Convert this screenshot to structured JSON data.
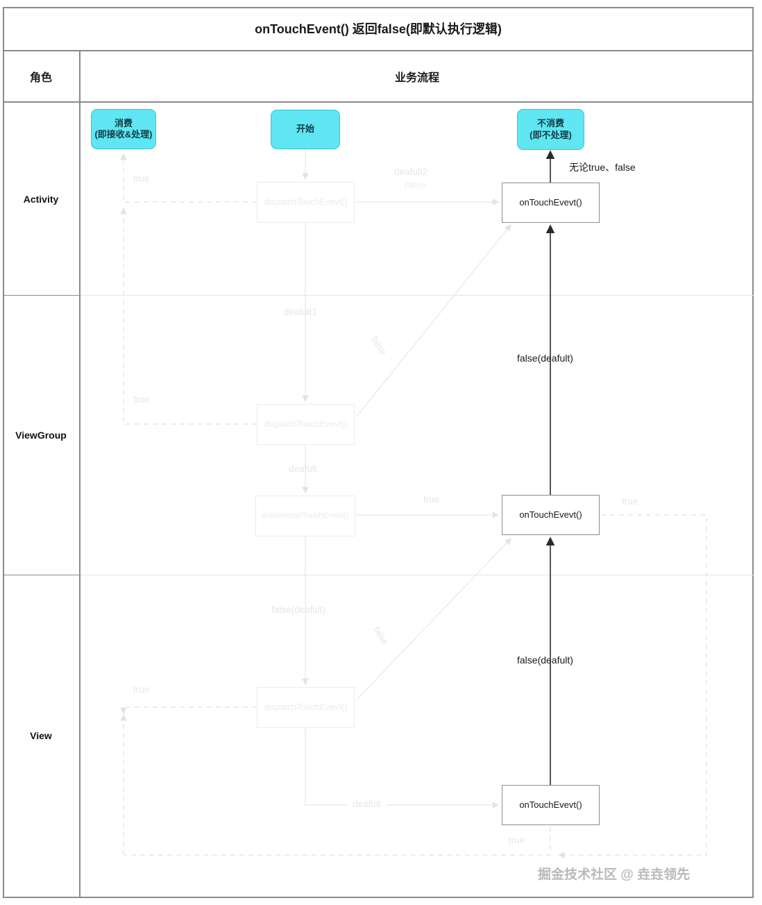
{
  "diagram": {
    "title": "onTouchEvent() 返回false(即默认执行逻辑)",
    "header": {
      "role": "角色",
      "flow": "业务流程"
    },
    "watermark": "掘金技术社区 @ 垚垚领先",
    "colors": {
      "terminal_fill": "#5FE6F2",
      "terminal_border": "#3bc4d3",
      "faint_text": "#ebebeb",
      "dark_text": "#1a1a1a",
      "table_border": "#8a8a8a"
    },
    "lanes": [
      {
        "id": "activity",
        "label": "Activity"
      },
      {
        "id": "viewgroup",
        "label": "ViewGroup"
      },
      {
        "id": "view",
        "label": "View"
      }
    ],
    "nodes": [
      {
        "id": "consume",
        "label": "消费\n(即接收&处理)",
        "line1": "消费",
        "line2": "(即接收&处理)",
        "type": "terminal",
        "lane": "activity"
      },
      {
        "id": "start",
        "label": "开始",
        "line1": "开始",
        "line2": "",
        "type": "terminal",
        "lane": "activity"
      },
      {
        "id": "noconsume",
        "label": "不消费\n(即不处理)",
        "line1": "不消费",
        "line2": "(即不处理)",
        "type": "terminal",
        "lane": "activity"
      },
      {
        "id": "act_dispatch",
        "label": "dispatchTouchEvevt()",
        "type": "process-faint",
        "lane": "activity"
      },
      {
        "id": "act_ontouch",
        "label": "onTouchEvevt()",
        "type": "process-dark",
        "lane": "activity"
      },
      {
        "id": "vg_dispatch",
        "label": "dispatchTouchEvevt()",
        "type": "process-faint",
        "lane": "viewgroup"
      },
      {
        "id": "vg_intercept",
        "label": "onInterceptTouchEvent()",
        "type": "process-faint",
        "lane": "viewgroup"
      },
      {
        "id": "vg_ontouch",
        "label": "onTouchEvevt()",
        "type": "process-dark",
        "lane": "viewgroup"
      },
      {
        "id": "v_dispatch",
        "label": "dispatchTouchEvevt()",
        "type": "process-faint",
        "lane": "view"
      },
      {
        "id": "v_ontouch",
        "label": "onTouchEvevt()",
        "type": "process-dark",
        "lane": "view"
      }
    ],
    "edge_labels": {
      "act_true": "true",
      "act_deafult2": "deafult2",
      "act_deafult2_sub": "(false)",
      "act_whatever": "无论true、false",
      "deafult1": "deafult",
      "deafult1_num": "deafult1",
      "vg_true_left": "true",
      "vg_false_diag": "false",
      "vg_false_deafult": "false(deafult)",
      "vg_deafult": "deafult",
      "vg_intercept_true": "true",
      "vg_right_true": "true",
      "view_false_deafult_down": "false(deafult)",
      "view_false_diag": "false",
      "view_true_left": "true",
      "view_false_deafult": "false(deafult)",
      "view_deafult": "deafult",
      "view_bottom_true": "true"
    }
  }
}
